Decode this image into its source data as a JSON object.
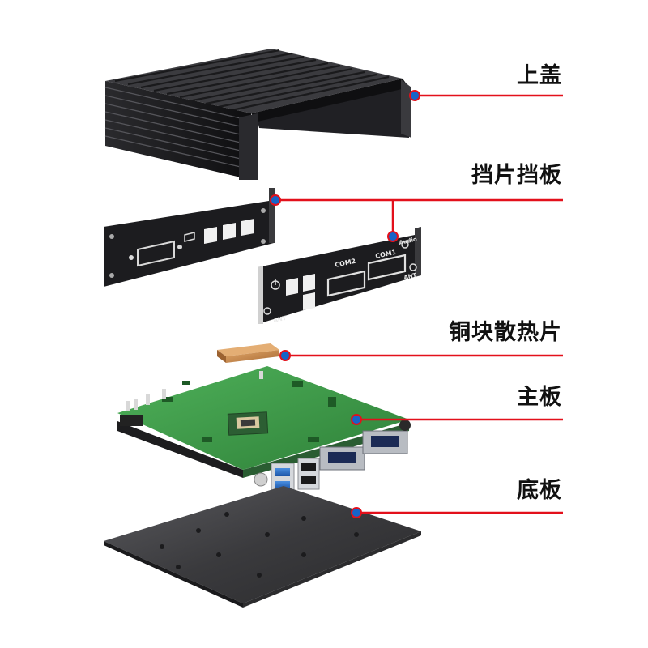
{
  "labels": [
    {
      "id": "top-cover",
      "text": "上盖"
    },
    {
      "id": "io-bracket",
      "text": "挡片挡板"
    },
    {
      "id": "copper-heatsink",
      "text": "铜块散热片"
    },
    {
      "id": "motherboard",
      "text": "主板"
    },
    {
      "id": "bottom-plate",
      "text": "底板"
    }
  ],
  "port_labels": {
    "com2": "COM2",
    "com1": "COM1",
    "audio": "Audio",
    "ant_right": "ANT",
    "ant_left": "ANT"
  },
  "colors": {
    "leader_line": "#e3101b",
    "marker_fill": "#1664c8",
    "marker_ring": "#e3101b",
    "pcb": "#3c9a4a",
    "metal_dark": "#1f1f22",
    "copper": "#c88a4e"
  }
}
